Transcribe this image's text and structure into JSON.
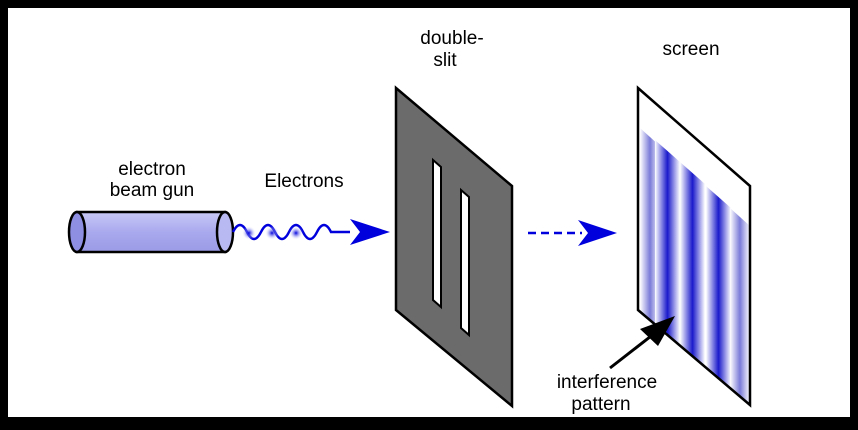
{
  "labels": {
    "gun_line1": "electron",
    "gun_line2": "beam gun",
    "electrons": "Electrons",
    "slit_line1": "double-",
    "slit_line2": "slit",
    "screen": "screen",
    "pattern_line1": "interference",
    "pattern_line2": "pattern"
  },
  "colors": {
    "background": "#ffffff",
    "frame": "#000000",
    "gun_fill": "#b3b3f0",
    "beam": "#0000dd",
    "slit_plate": "#6b6b6b",
    "fringe": "#1a1acc"
  }
}
